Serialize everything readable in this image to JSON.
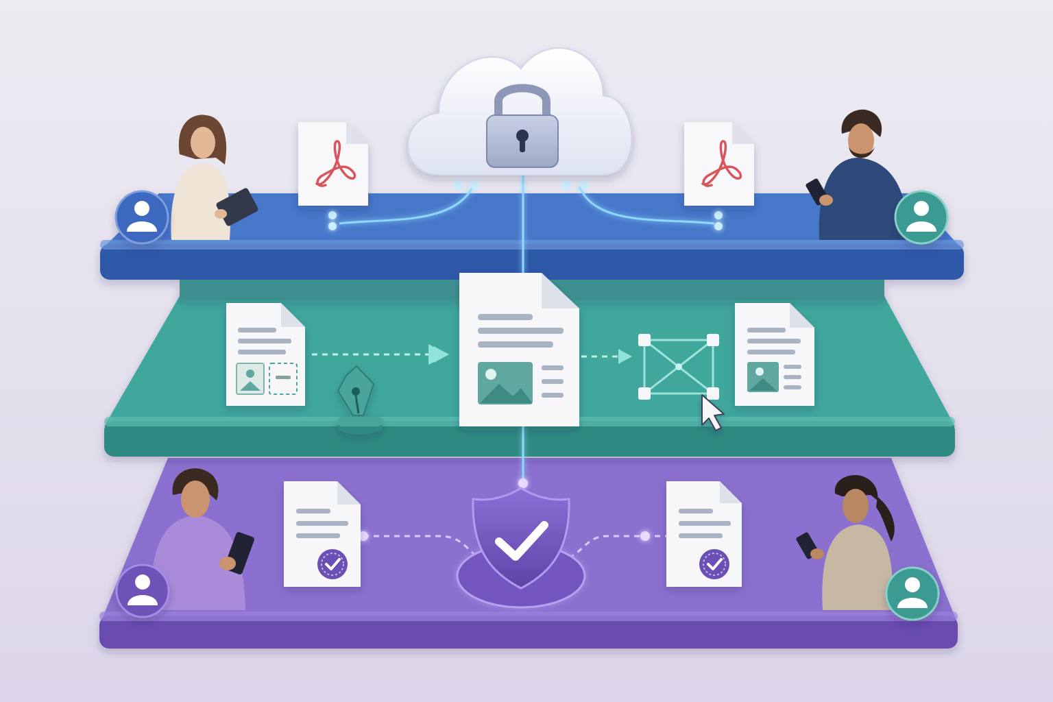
{
  "palette": {
    "bg_top": "#ecebf1",
    "bg_bottom": "#ddd6ea",
    "top_layer": "#3f6cc0",
    "top_layer_dark": "#2f56a3",
    "mid_layer": "#3a9b93",
    "mid_layer_dark": "#2f8078",
    "bottom_layer": "#7f60c4",
    "bottom_layer_dark": "#6748ad",
    "accent_glow": "#8fd8ff",
    "pdf_red": "#d9545b",
    "teal_accent": "#4aa59b",
    "purple_accent": "#6a4fb4",
    "avatar_blue": "#3d68bf",
    "avatar_teal": "#3a9b93",
    "avatar_purple": "#6d52b7",
    "doc_white": "#f7f7fa",
    "doc_line": "#aab3c4"
  },
  "layers": [
    {
      "id": "cloud-storage-layer",
      "color_key": "top_layer"
    },
    {
      "id": "document-editing-layer",
      "color_key": "mid_layer"
    },
    {
      "id": "secure-signing-layer",
      "color_key": "bottom_layer"
    }
  ],
  "icons": {
    "cloud": "cloud-icon",
    "lock": "padlock-icon",
    "pdf": "pdf-file-icon",
    "document": "document-icon",
    "pen": "pen-nib-icon",
    "transform": "bounding-box-transform-icon",
    "cursor": "mouse-cursor-icon",
    "shield": "shield-check-icon",
    "verified": "verified-badge-icon",
    "user": "user-avatar-icon",
    "arrow": "arrow-right-icon"
  },
  "people": [
    {
      "id": "person-top-left",
      "device": "tablet",
      "shirt": "#efe4d6"
    },
    {
      "id": "person-top-right",
      "device": "phone",
      "shirt": "#2e4a7a"
    },
    {
      "id": "person-bottom-left",
      "device": "phone",
      "shirt": "#a98bd9"
    },
    {
      "id": "person-bottom-right",
      "device": "phone",
      "shirt": "#c7b8a4"
    }
  ]
}
